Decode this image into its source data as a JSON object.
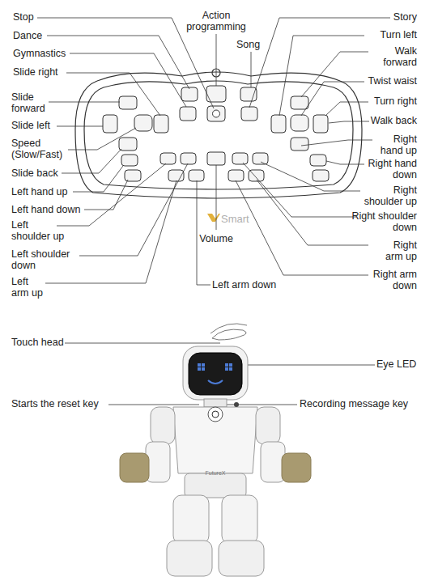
{
  "diagram": {
    "labels": [
      "Stop",
      "Action programming",
      "Story",
      "Dance",
      "Song",
      "Turn left",
      "Gymnastics",
      "Walk forward",
      "Slide right",
      "Twist waist",
      "Slide forward",
      "Turn right",
      "Slide left",
      "Walk back",
      "Speed (Slow/Fast)",
      "Right hand up",
      "Slide back",
      "Right hand down",
      "Left hand up",
      "Right shoulder up",
      "Left hand down",
      "Right shoulder down",
      "Left shoulder up",
      "Volume",
      "Left shoulder down",
      "Right arm up",
      "Left arm up",
      "Right arm down",
      "Left arm down",
      "Smart",
      "Touch head",
      "Eye LED",
      "Starts the reset key",
      "Recording message key",
      "FutureX"
    ]
  }
}
